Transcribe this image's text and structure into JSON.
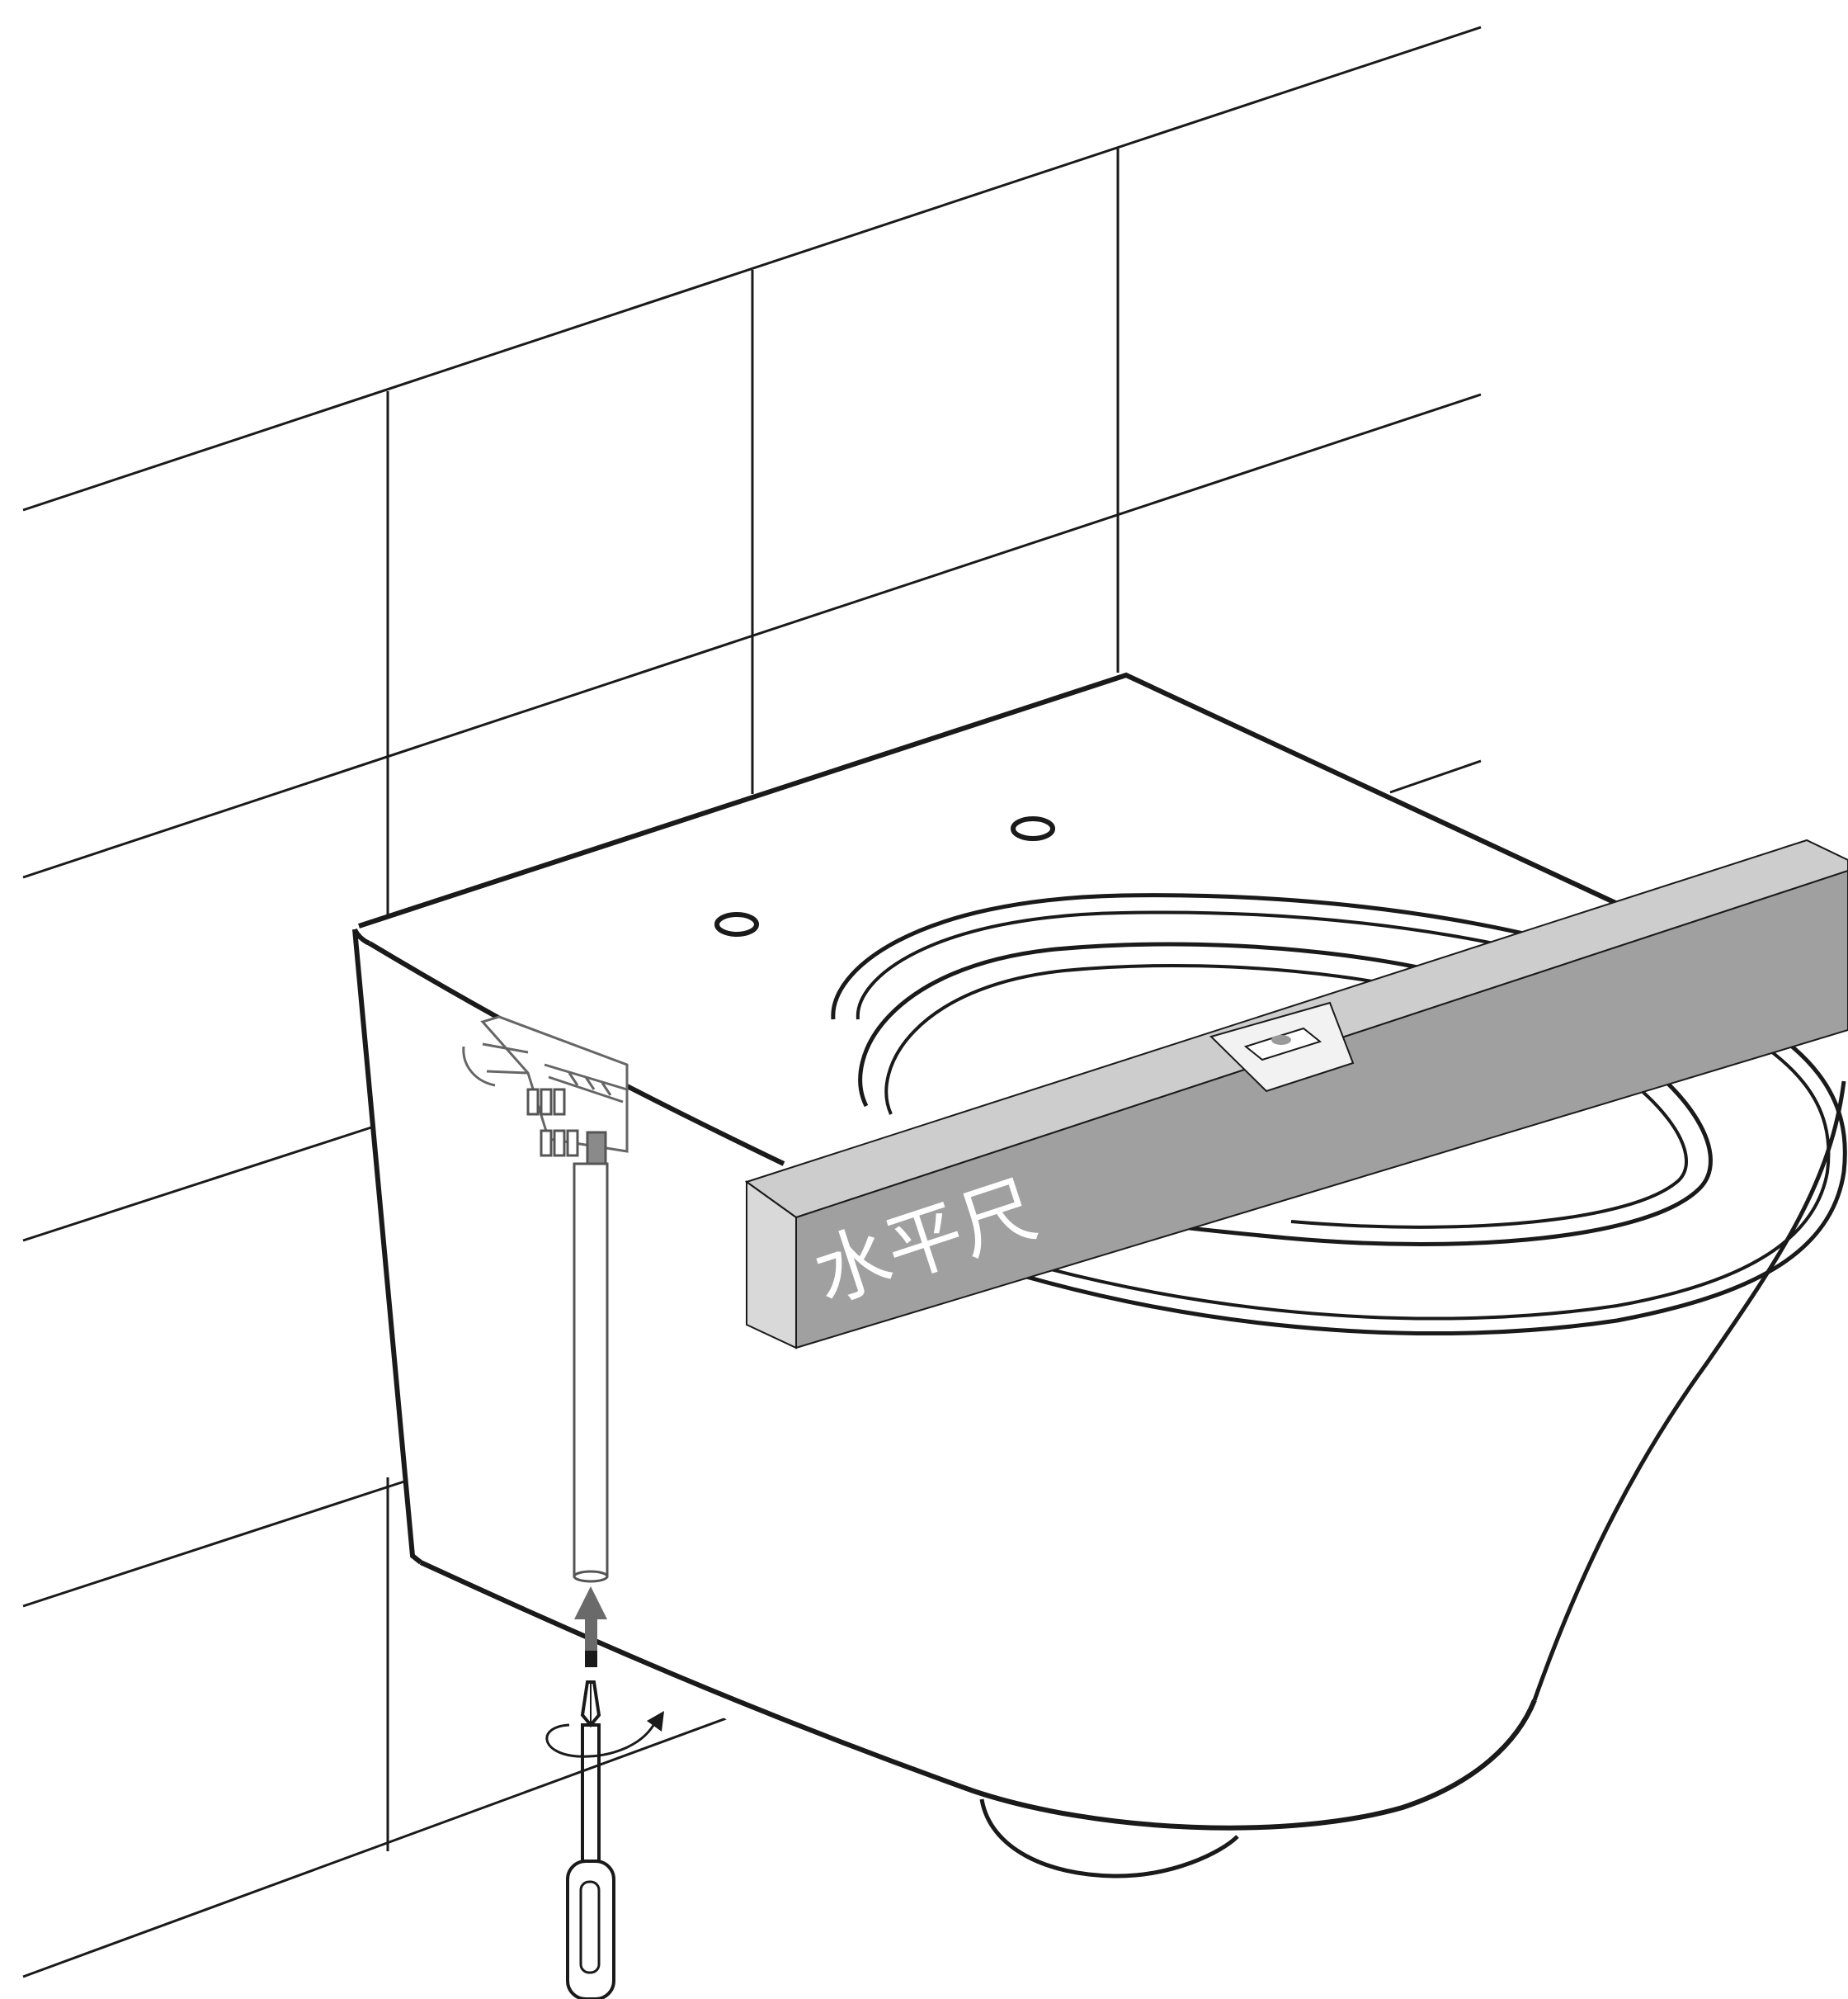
{
  "diagram": {
    "level_label": "水平尺",
    "colors": {
      "line": "#1a1a1a",
      "level_top": "#cdcdcd",
      "level_front": "#a0a0a0",
      "level_end": "#d9d9d9",
      "arrow": "#6a6a6a",
      "background": "#ffffff"
    },
    "icons": [
      "wall-tile-grid",
      "toilet-bowl",
      "spirit-level",
      "bubble-vial",
      "mounting-bracket",
      "threaded-rod",
      "screwdriver",
      "up-arrow-icon",
      "rotation-arrow-icon"
    ]
  }
}
